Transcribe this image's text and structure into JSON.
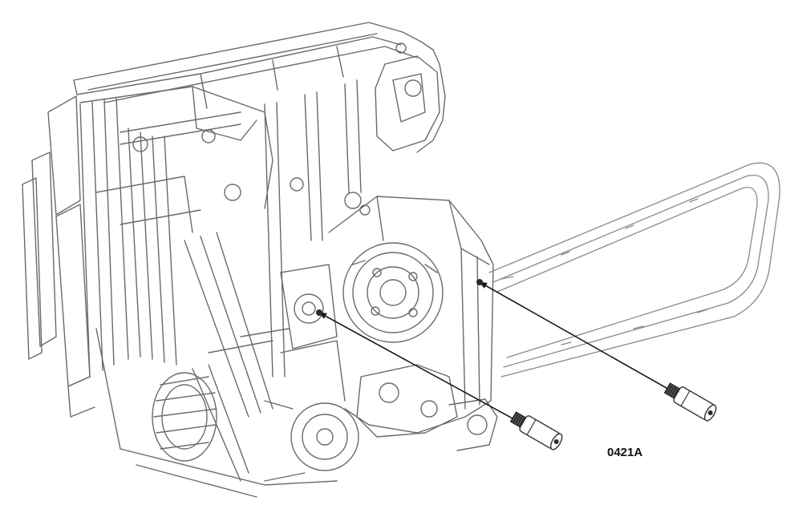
{
  "figure": {
    "code": "0421A"
  },
  "colors": {
    "line": "#6a6a6a",
    "dark_line": "#1a1a1a",
    "light_line": "#a8a8a8",
    "background": "#ffffff"
  },
  "icons": [
    "engine-block-illustration",
    "drive-belt",
    "bolt-icon",
    "arrow"
  ]
}
